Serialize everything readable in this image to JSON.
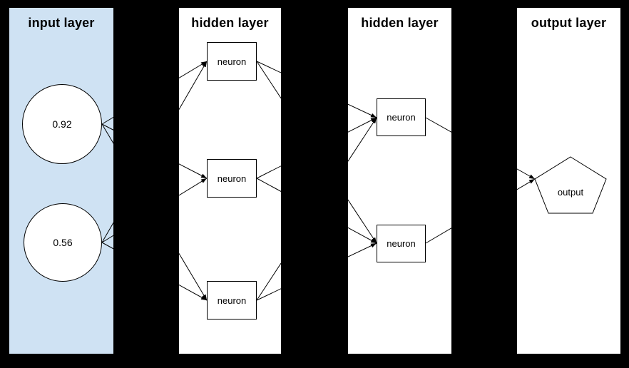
{
  "diagram": {
    "type": "neural-network",
    "background": "#000000",
    "line_color": "#000000",
    "node_fill": "#ffffff",
    "node_border": "#000000"
  },
  "layers": [
    {
      "id": "input",
      "title": "input layer",
      "bg": "#cfe2f3"
    },
    {
      "id": "hidden1",
      "title": "hidden layer",
      "bg": "#ffffff"
    },
    {
      "id": "hidden2",
      "title": "hidden layer",
      "bg": "#ffffff"
    },
    {
      "id": "output",
      "title": "output layer",
      "bg": "#ffffff"
    }
  ],
  "nodes": {
    "input1": {
      "label": "0.92",
      "shape": "circle",
      "layer": "input"
    },
    "input2": {
      "label": "0.56",
      "shape": "circle",
      "layer": "input"
    },
    "hidden1a": {
      "label": "neuron",
      "shape": "rect",
      "layer": "hidden1"
    },
    "hidden1b": {
      "label": "neuron",
      "shape": "rect",
      "layer": "hidden1"
    },
    "hidden1c": {
      "label": "neuron",
      "shape": "rect",
      "layer": "hidden1"
    },
    "hidden2a": {
      "label": "neuron",
      "shape": "rect",
      "layer": "hidden2"
    },
    "hidden2b": {
      "label": "neuron",
      "shape": "rect",
      "layer": "hidden2"
    },
    "output1": {
      "label": "output",
      "shape": "pentagon",
      "layer": "output"
    }
  },
  "edges": [
    {
      "from": "input1",
      "to": "hidden1a"
    },
    {
      "from": "input1",
      "to": "hidden1b"
    },
    {
      "from": "input1",
      "to": "hidden1c"
    },
    {
      "from": "input2",
      "to": "hidden1a"
    },
    {
      "from": "input2",
      "to": "hidden1b"
    },
    {
      "from": "input2",
      "to": "hidden1c"
    },
    {
      "from": "hidden1a",
      "to": "hidden2a"
    },
    {
      "from": "hidden1a",
      "to": "hidden2b"
    },
    {
      "from": "hidden1b",
      "to": "hidden2a"
    },
    {
      "from": "hidden1b",
      "to": "hidden2b"
    },
    {
      "from": "hidden1c",
      "to": "hidden2a"
    },
    {
      "from": "hidden1c",
      "to": "hidden2b"
    },
    {
      "from": "hidden2a",
      "to": "output1"
    },
    {
      "from": "hidden2b",
      "to": "output1"
    }
  ]
}
